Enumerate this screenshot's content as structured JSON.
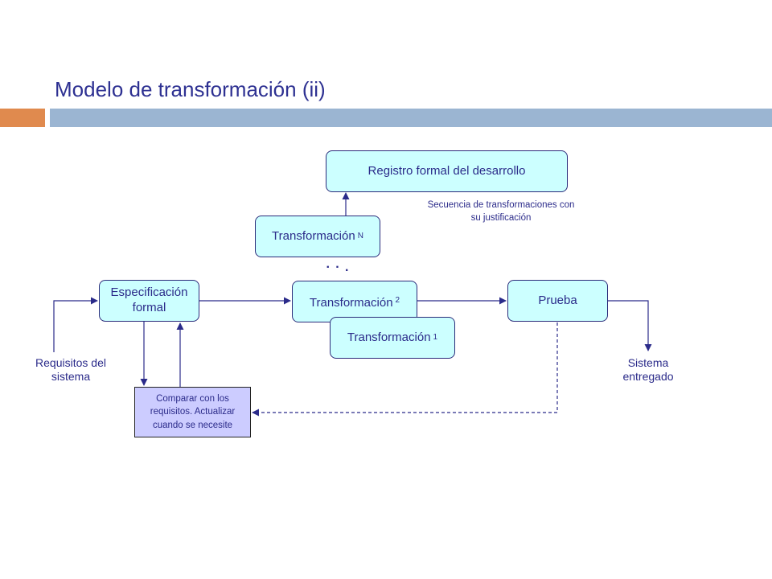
{
  "slide": {
    "title": "Modelo de transformación (ii)"
  },
  "diagram": {
    "nodes": {
      "registro": "Registro formal del desarrollo",
      "transformacion_n": {
        "label": "Transformación",
        "sub": "N"
      },
      "especificacion": "Especificación formal",
      "transformacion_2": {
        "label": "Transformación",
        "sub": "2"
      },
      "transformacion_1": {
        "label": "Transformación",
        "sub": "1"
      },
      "prueba": "Prueba",
      "comparar": "Comparar con los requisitos. Actualizar cuando se necesite"
    },
    "labels": {
      "secuencia": "Secuencia de transformaciones con su justificación",
      "requisitos": "Requisitos del sistema",
      "sistema": "Sistema entregado",
      "ellipsis": "· · ."
    }
  }
}
